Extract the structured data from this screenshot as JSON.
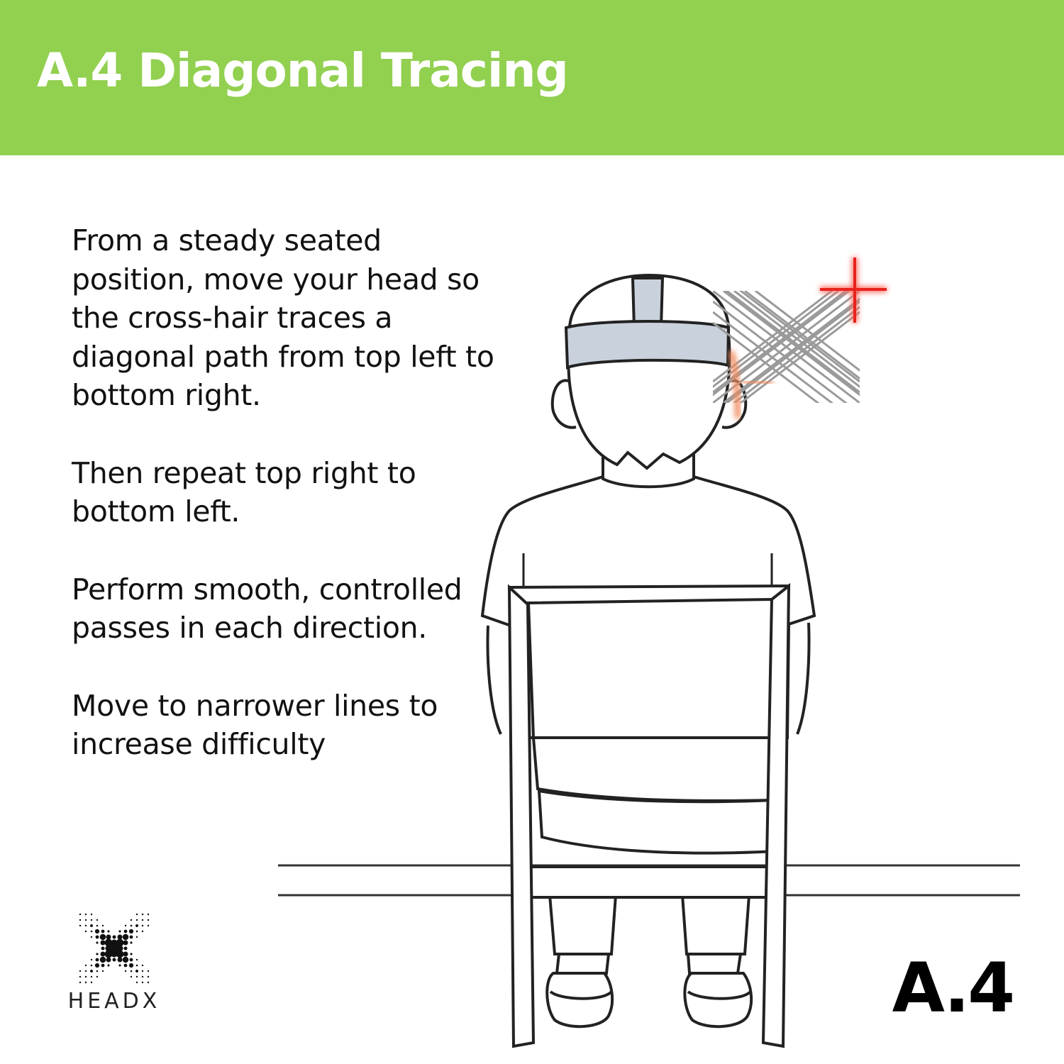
{
  "header": {
    "title": "A.4 Diagonal Tracing",
    "background_color": "#92d050"
  },
  "instructions": [
    "From a steady seated position, move your head so the cross-hair traces a diagonal path from top left to bottom right.",
    "Then repeat top right to bottom left.",
    "Perform smooth, controlled passes in each direction.",
    "Move to narrower lines to increase difficulty"
  ],
  "illustration": {
    "subject": "person-seated-on-chair-back-view",
    "headband_color": "#c9d2dc",
    "crosshair_color": "#e8231c",
    "laser_glow_color": "#f08a5d",
    "icons": [
      "crosshair-icon",
      "diagonal-lines-pattern"
    ]
  },
  "brand": {
    "name": "HEADX",
    "logo_icon": "headx-dotted-x-logo"
  },
  "exercise_code": "A.4"
}
